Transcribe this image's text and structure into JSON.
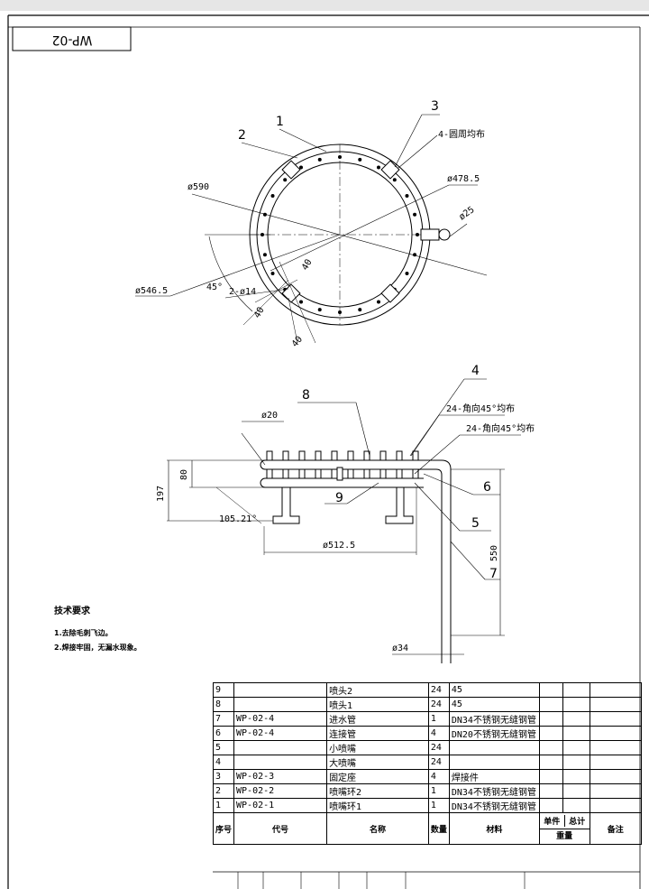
{
  "drawing_no": "WP-02",
  "plan_view": {
    "callouts": [
      "1",
      "2",
      "3"
    ],
    "dims": {
      "outer_dia": "ø590",
      "mid_dia": "ø546.5",
      "inner_dia": "ø478.5",
      "pipe_dia": "ø25",
      "holes": "2-ø14",
      "angle": "45°",
      "d40a": "40",
      "d40b": "40",
      "d40c": "40"
    },
    "note": "4-圆周均布"
  },
  "elevation_view": {
    "callouts": [
      "4",
      "5",
      "6",
      "7",
      "8",
      "9"
    ],
    "notes": [
      "24-角向45°均布",
      "24-角向45°均布"
    ],
    "dims": {
      "d20": "ø20",
      "h80": "80",
      "h197": "197",
      "angle": "105.21°",
      "d512": "ø512.5",
      "h550": "550",
      "d34": "ø34"
    }
  },
  "tech_req": {
    "title": "技术要求",
    "items": [
      "1.去除毛刺飞边。",
      "2.焊接牢固，无漏水现象。"
    ]
  },
  "bom": {
    "rows": [
      {
        "no": "9",
        "code": "",
        "name": "喷头2",
        "qty": "24",
        "material": "45"
      },
      {
        "no": "8",
        "code": "",
        "name": "喷头1",
        "qty": "24",
        "material": "45"
      },
      {
        "no": "7",
        "code": "WP-02-4",
        "name": "进水管",
        "qty": "1",
        "material": "DN34不锈钢无缝钢管"
      },
      {
        "no": "6",
        "code": "WP-02-4",
        "name": "连接管",
        "qty": "4",
        "material": "DN20不锈钢无缝钢管"
      },
      {
        "no": "5",
        "code": "",
        "name": "小喷嘴",
        "qty": "24",
        "material": ""
      },
      {
        "no": "4",
        "code": "",
        "name": "大喷嘴",
        "qty": "24",
        "material": ""
      },
      {
        "no": "3",
        "code": "WP-02-3",
        "name": "固定座",
        "qty": "4",
        "material": "焊接件"
      },
      {
        "no": "2",
        "code": "WP-02-2",
        "name": "喷嘴环2",
        "qty": "1",
        "material": "DN34不锈钢无缝钢管"
      },
      {
        "no": "1",
        "code": "WP-02-1",
        "name": "喷嘴环1",
        "qty": "1",
        "material": "DN34不锈钢无缝钢管"
      }
    ],
    "header": {
      "no": "序号",
      "code": "代号",
      "name": "名称",
      "qty": "数量",
      "material": "材料",
      "unit": "单件",
      "total": "总计",
      "weight": "重量",
      "remark": "备注"
    }
  }
}
